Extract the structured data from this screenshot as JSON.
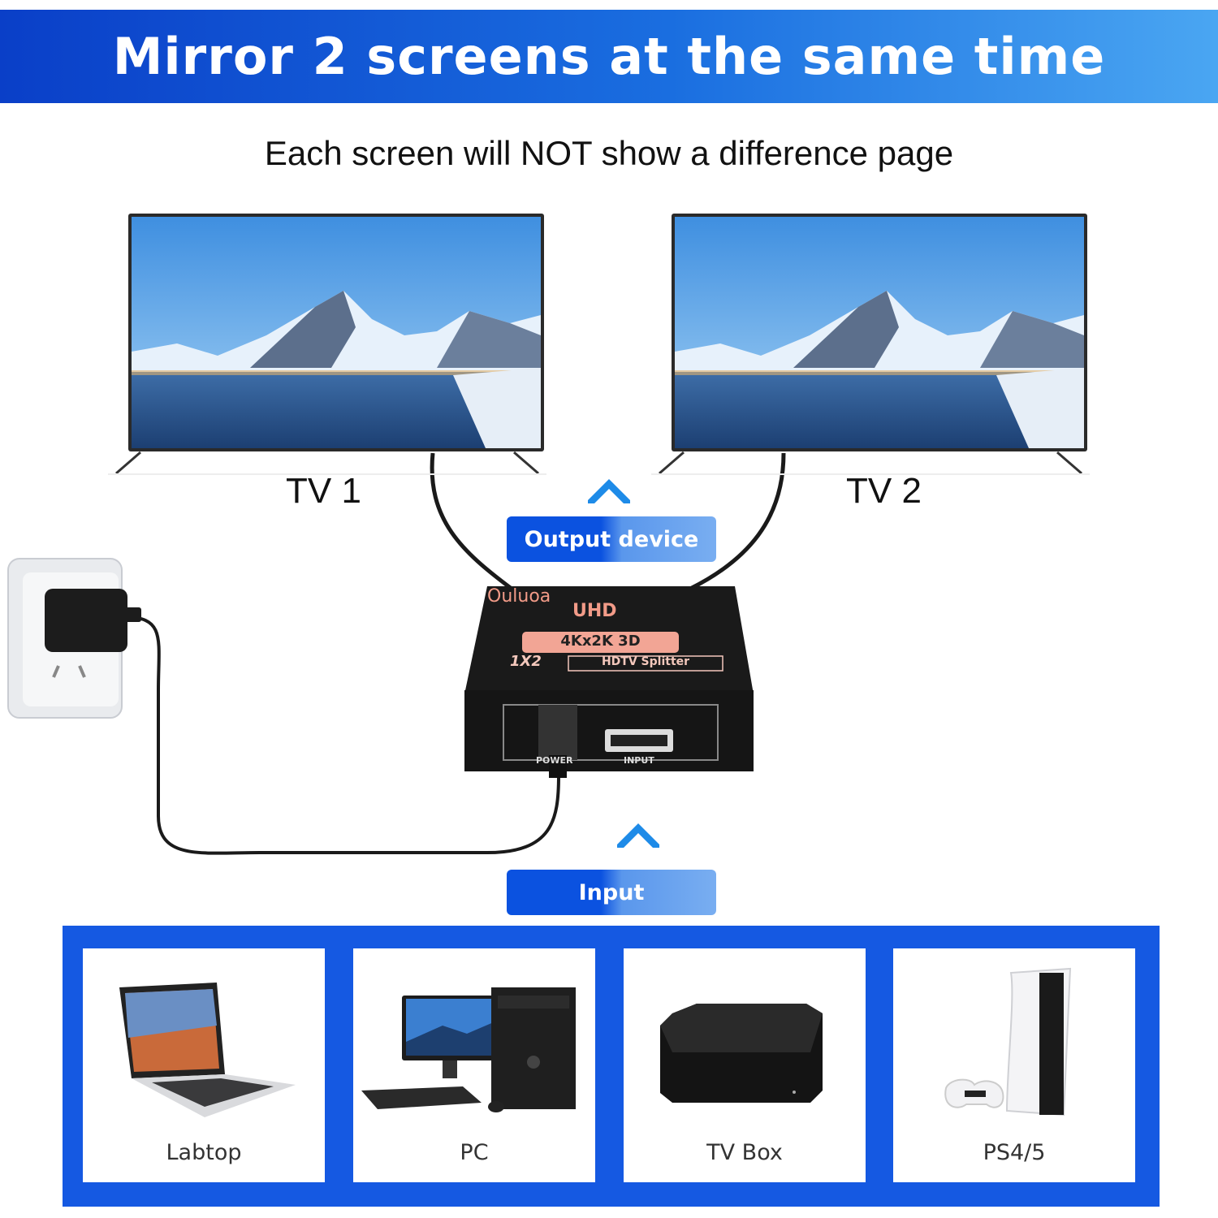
{
  "header": {
    "title": "Mirror 2 screens at the same time"
  },
  "subtitle": "Each screen will NOT show a difference page",
  "tvs": [
    {
      "label": "TV 1"
    },
    {
      "label": "TV 2"
    }
  ],
  "output_badge": "Output device",
  "input_badge": "Input",
  "splitter": {
    "brand": "Ouluoa",
    "line1": "UHD",
    "spec": "4Kx2K 3D",
    "model": "1X2",
    "model_text": "HDTV Splitter",
    "port_power": "POWER",
    "port_input": "INPUT"
  },
  "devices": [
    {
      "label": "Labtop",
      "icon": "laptop-icon"
    },
    {
      "label": "PC",
      "icon": "desktop-pc-icon"
    },
    {
      "label": "TV Box",
      "icon": "tv-box-icon"
    },
    {
      "label": "PS4/5",
      "icon": "game-console-icon"
    }
  ],
  "colors": {
    "banner_start": "#0a3fc8",
    "banner_end": "#4aa6f2",
    "panel": "#1559e2",
    "badge": "#0b52e0"
  }
}
